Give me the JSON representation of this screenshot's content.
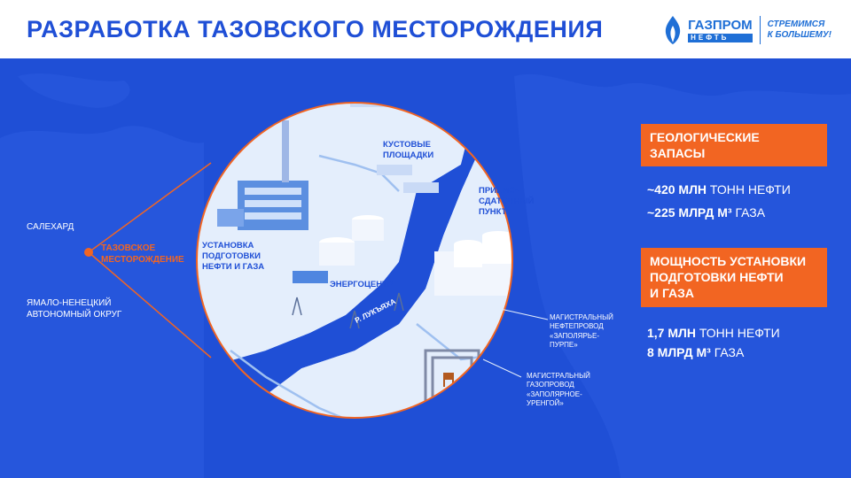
{
  "header": {
    "title": "РАЗРАБОТКА ТАЗОВСКОГО МЕСТОРОЖДЕНИЯ",
    "logo_name": "ГАЗПРОМ",
    "logo_sub": "НЕФТЬ",
    "slogan_line1": "СТРЕМИМСЯ",
    "slogan_line2": "К БОЛЬШЕМУ!"
  },
  "map": {
    "salekhard": "САЛЕХАРД",
    "field_line1": "ТАЗОВСКОЕ",
    "field_line2": "МЕСТОРОЖДЕНИЕ",
    "okrug_line1": "ЯМАЛО-НЕНЕЦКИЙ",
    "okrug_line2": "АВТОНОМНЫЙ ОКРУГ"
  },
  "diagram": {
    "clusters_line1": "КУСТОВЫЕ",
    "clusters_line2": "ПЛОЩАДКИ",
    "acceptance_line1": "ПРИЕМО-",
    "acceptance_line2": "СДАТОЧНЫЙ",
    "acceptance_line3": "ПУНКТ",
    "treatment_line1": "УСТАНОВКА",
    "treatment_line2": "ПОДГОТОВКИ",
    "treatment_line3": "НЕФТИ И ГАЗА",
    "energy": "ЭНЕРГОЦЕНТР",
    "river": "Р. ЛУКЪЯХА",
    "oil_pipe_line1": "МАГИСТРАЛЬНЫЙ",
    "oil_pipe_line2": "НЕФТЕПРОВОД",
    "oil_pipe_line3": "«ЗАПОЛЯРЬЕ-",
    "oil_pipe_line4": "ПУРПЕ»",
    "gas_pipe_line1": "МАГИСТРАЛЬНЫЙ",
    "gas_pipe_line2": "ГАЗОПРОВОД",
    "gas_pipe_line3": "«ЗАПОЛЯРНОЕ-",
    "gas_pipe_line4": "УРЕНГОЙ»"
  },
  "reserves": {
    "heading_line1": "ГЕОЛОГИЧЕСКИЕ",
    "heading_line2": "ЗАПАСЫ",
    "oil_value": "~420 МЛН",
    "oil_unit": "ТОНН НЕФТИ",
    "gas_value": "~225 МЛРД М³",
    "gas_unit": "ГАЗА"
  },
  "capacity": {
    "heading_line1": "МОЩНОСТЬ УСТАНОВКИ",
    "heading_line2": "ПОДГОТОВКИ НЕФТИ",
    "heading_line3": "И ГАЗА",
    "oil_value": "1,7 МЛН",
    "oil_unit": "ТОНН НЕФТИ",
    "gas_value": "8 МЛРД М³",
    "gas_unit": "ГАЗА"
  },
  "colors": {
    "brand_blue": "#1f4fd6",
    "accent_orange": "#f26522",
    "land_light": "#dce9fb",
    "river_blue": "#1f4fd6"
  }
}
